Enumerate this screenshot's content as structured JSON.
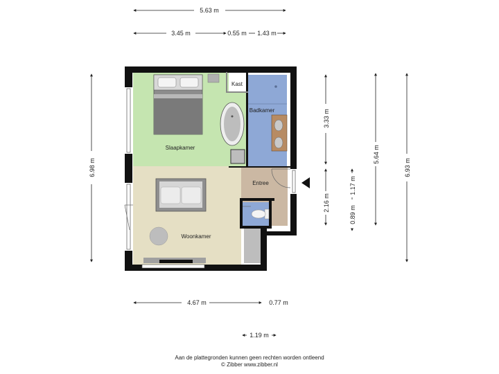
{
  "dimensions": {
    "top_total": "5.63 m",
    "top_a": "3.45 m",
    "top_b": "0.55 m",
    "top_c": "1.43 m",
    "left_height": "6.98 m",
    "right_a": "3.33 m",
    "right_b": "2.16 m",
    "right_c": "1.17 m",
    "right_d": "0.89 m",
    "right_e": "5.64 m",
    "right_f": "6.93 m",
    "bottom_a": "4.67 m",
    "bottom_b": "0.77 m",
    "bottom_c": "1.19 m"
  },
  "rooms": {
    "slaapkamer": "Slaapkamer",
    "kast": "Kast",
    "badkamer": "Badkamer",
    "entree": "Entree",
    "woonkamer": "Woonkamer"
  },
  "colors": {
    "bedroom": "#c5e5b0",
    "bathroom": "#8ea8d6",
    "entrance": "#cbb8a3",
    "living": "#e5dfc4",
    "wall": "#111111"
  },
  "footer": {
    "line1": "Aan de plattegronden kunnen geen rechten worden ontleend",
    "line2": "© Zibber www.zibber.nl"
  }
}
